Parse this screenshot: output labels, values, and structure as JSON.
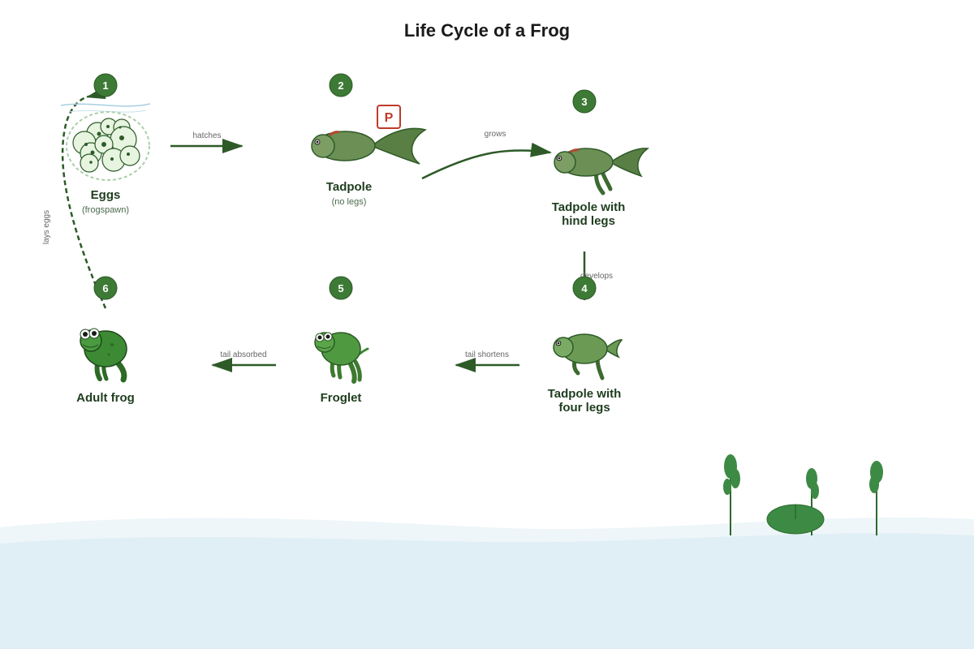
{
  "title": "Life Cycle of a Frog",
  "stages": [
    {
      "number": "1",
      "label": "Eggs",
      "sublabel": "(frogspawn)"
    },
    {
      "number": "2",
      "label": "Tadpole",
      "sublabel": "(no legs)"
    },
    {
      "number": "3",
      "label_line1": "Tadpole with",
      "label_line2": "hind legs"
    },
    {
      "number": "4",
      "label_line1": "Tadpole with",
      "label_line2": "four legs"
    },
    {
      "number": "5",
      "label": "Froglet"
    },
    {
      "number": "6",
      "label": "Adult frog"
    }
  ],
  "arrows": {
    "hatches": "hatches",
    "grows": "grows",
    "develops": "develops",
    "tail_shortens": "tail shortens",
    "tail_absorbed": "tail absorbed",
    "lays_eggs": "lays eggs"
  },
  "marker": {
    "letter": "P"
  },
  "colors": {
    "dark_green": "#2d5a27",
    "badge_green": "#3d7a35",
    "body_green": "#6b8f55",
    "water": "#e0eff6",
    "marker_red": "#c0392b"
  }
}
